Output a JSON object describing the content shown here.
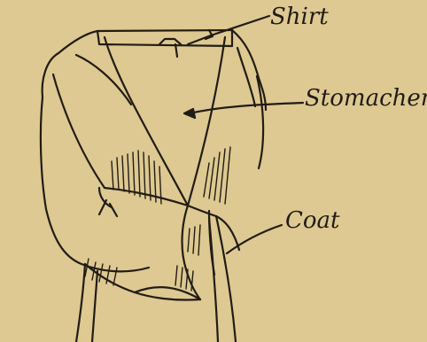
{
  "labels": {
    "shirt": "Shirt",
    "stomacher": "Stomacher",
    "coat": "Coat"
  },
  "colors": {
    "paper": "#ddc991",
    "ink": "#221c14"
  }
}
